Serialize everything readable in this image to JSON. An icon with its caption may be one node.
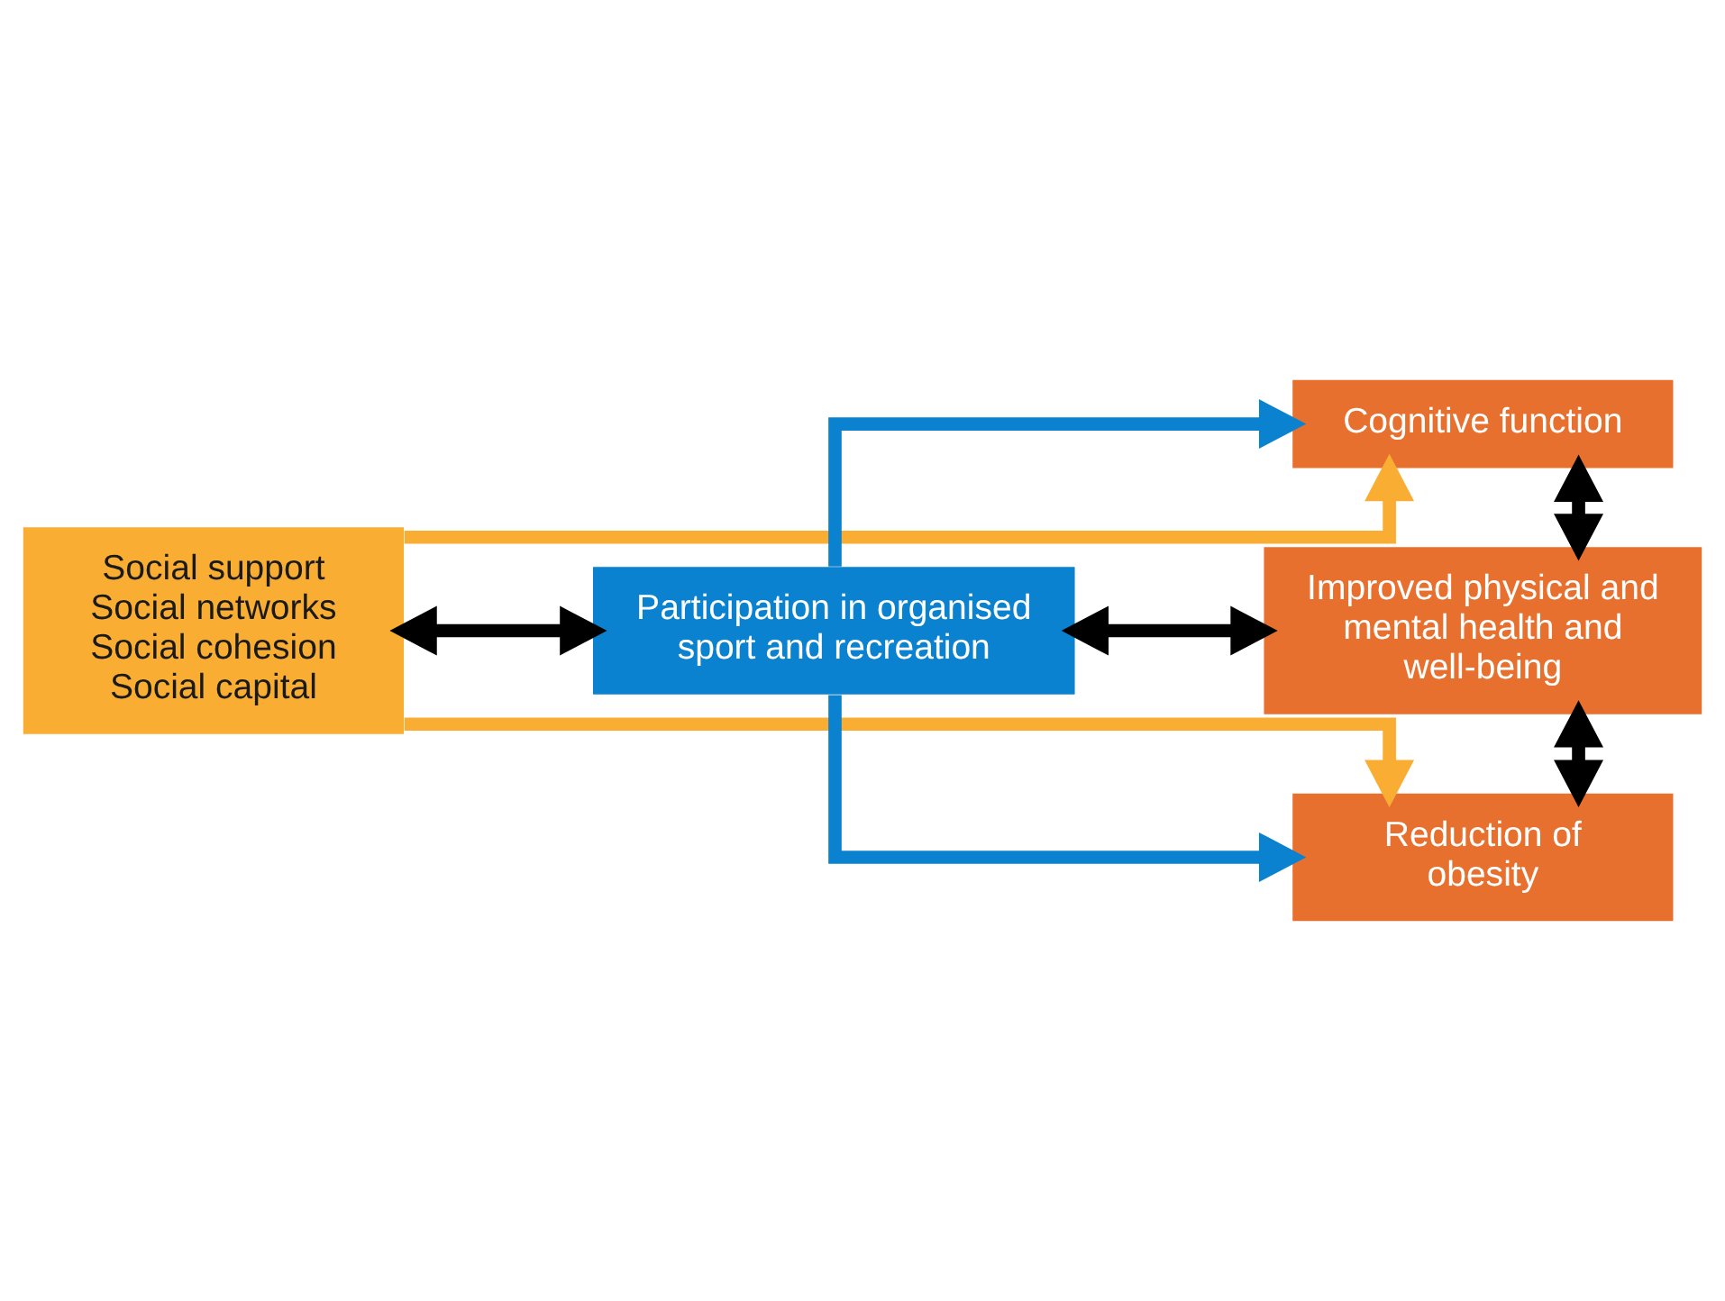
{
  "diagram": {
    "nodes": [
      {
        "text": [
          "Social support",
          "Social networks",
          "Social cohesion",
          "Social capital"
        ]
      },
      {
        "text": [
          "Participation in organised sport and recreation"
        ]
      },
      {
        "text": [
          "Cognitive function"
        ]
      },
      {
        "text": [
          "Improved physical and mental health and well-being"
        ]
      },
      {
        "text": [
          "Reduction of obesity"
        ]
      }
    ],
    "edges": [
      {
        "from": 0,
        "to": 2,
        "arrow": "to",
        "color": "#f9ae33"
      },
      {
        "from": 0,
        "to": 1,
        "arrow": "both",
        "color": "#000000"
      },
      {
        "from": 0,
        "to": 4,
        "arrow": "to",
        "color": "#f9ae33"
      },
      {
        "from": 1,
        "to": 2,
        "arrow": "to",
        "color": "#0a82d0"
      },
      {
        "from": 1,
        "to": 3,
        "arrow": "both",
        "color": "#000000"
      },
      {
        "from": 1,
        "to": 4,
        "arrow": "to",
        "color": "#0a82d0"
      },
      {
        "from": 2,
        "to": 3,
        "arrow": "both",
        "color": "#000000"
      },
      {
        "from": 3,
        "to": 4,
        "arrow": "both",
        "color": "#000000"
      }
    ]
  }
}
